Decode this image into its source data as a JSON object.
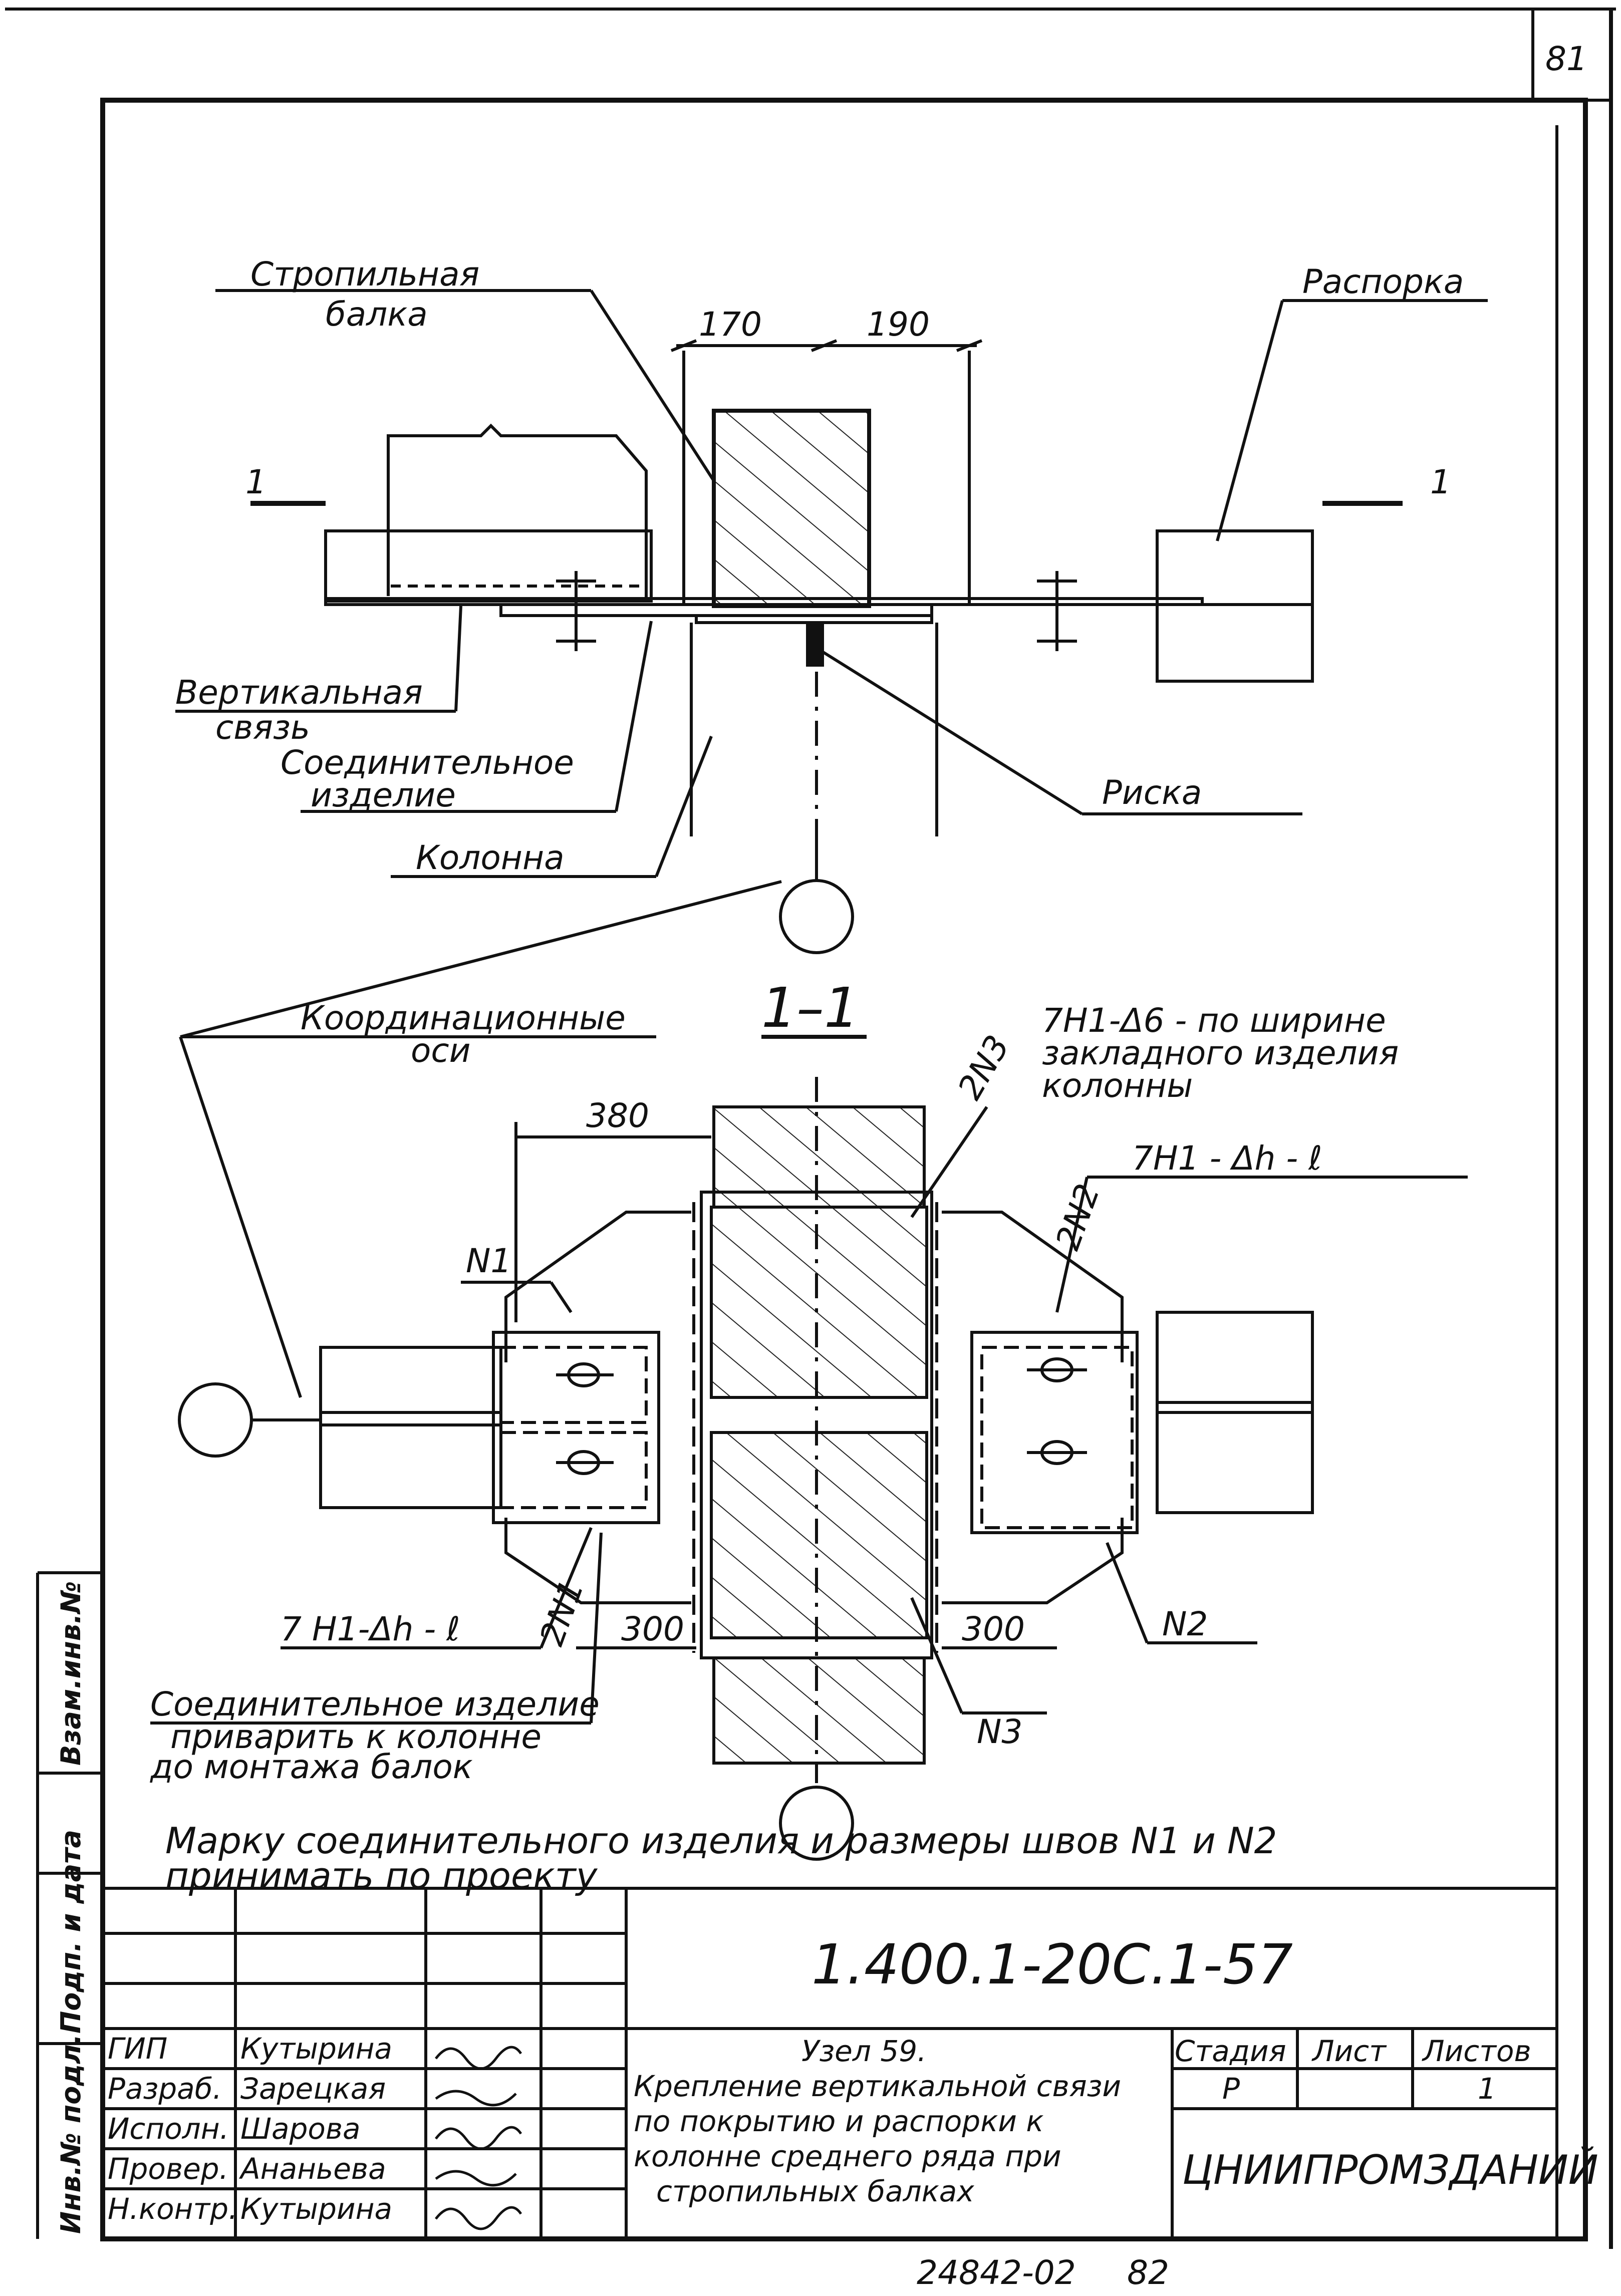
{
  "sheet": {
    "page_number": "81",
    "bottom_code": "24842-02",
    "bottom_number": "82"
  },
  "side_stamp": {
    "inv_no": "Инв.№ подл.",
    "sign_date": "Подп. и дата",
    "vzam_inv": "Взам.инв.№"
  },
  "top_view": {
    "rafter_beam_line1": "Стропильная",
    "rafter_beam_line2": "балка",
    "strut": "Распорка",
    "dim_left": "170",
    "dim_right": "190",
    "section_mark_left": "1",
    "section_mark_right": "1",
    "vertical_brace_line1": "Вертикальная",
    "vertical_brace_line2": "связь",
    "connector_line1": "Соединительное",
    "connector_line2": "изделие",
    "mark": "Риска",
    "column": "Колонна"
  },
  "section": {
    "title": "1–1",
    "coord_axes": "Координационные",
    "coord_axes_2": "оси",
    "weld_note_line1": "7Н1-Δ6 - по ширине",
    "weld_note_line2": "закладного изделия",
    "weld_note_line3": "колонны",
    "dim_380": "380",
    "weld_right": "7Н1 - Δh - ℓ",
    "weld_left": "7 Н1-Δh - ℓ",
    "n1": "N1",
    "n2": "N2",
    "n3": "N3",
    "w2n1": "2N1",
    "w2n2": "2N2",
    "w2n3": "2N3",
    "dim_300_left": "300",
    "dim_300_right": "300",
    "connector_note_line1": "Соединительное изделие",
    "connector_note_line2": "приварить к колонне",
    "connector_note_line3": "до монтажа балок"
  },
  "note": {
    "line1": "Марку соединительного изделия и размеры швов N1 и N2",
    "line2": "принимать по проекту"
  },
  "title_block": {
    "designation": "1.400.1-20С.1-57",
    "roles": [
      "ГИП",
      "Разраб.",
      "Исполн.",
      "Провер.",
      "Н.контр."
    ],
    "names": [
      "Кутырина",
      "Зарецкая",
      "Шарова",
      "Ананьева",
      "Кутырина"
    ],
    "title_line1": "Узел 59.",
    "title_line2": "Крепление вертикальной связи",
    "title_line3": "по покрытию и распорки к",
    "title_line4": "колонне среднего ряда при",
    "title_line5": "стропильных балках",
    "stage_label": "Стадия",
    "sheet_label": "Лист",
    "sheets_label": "Листов",
    "stage_value": "Р",
    "sheets_value": "1",
    "organization": "ЦНИИПРОМЗДАНИЙ"
  }
}
